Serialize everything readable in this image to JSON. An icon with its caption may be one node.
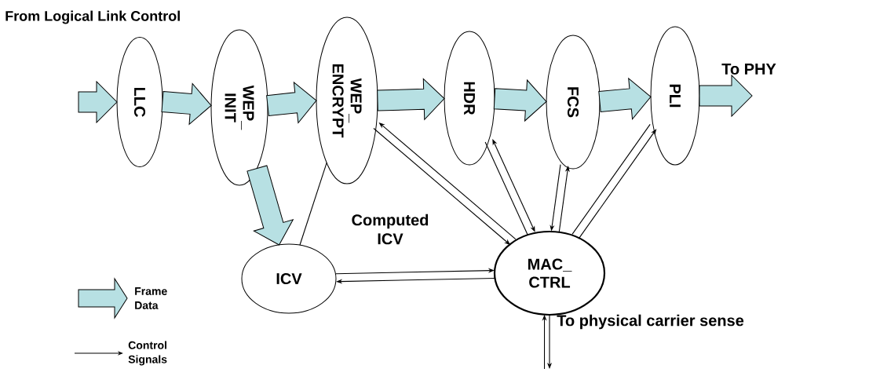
{
  "diagram": {
    "nodes": [
      {
        "text": [
          "LLC"
        ]
      },
      {
        "text": [
          "WEP_ INIT"
        ]
      },
      {
        "text": [
          "WEP_ ENCRYPT"
        ]
      },
      {
        "text": [
          "HDR"
        ]
      },
      {
        "text": [
          "FCS"
        ]
      },
      {
        "text": [
          "PLI"
        ]
      },
      {
        "text": [
          "ICV"
        ]
      },
      {
        "text": [
          "MAC_ CTRL"
        ]
      }
    ],
    "edges": [
      {
        "from": null,
        "to": 0,
        "arrow": "to",
        "style": "thick",
        "color": "#b7e0e3"
      },
      {
        "from": 0,
        "to": 1,
        "arrow": "to",
        "style": "thick",
        "color": "#b7e0e3"
      },
      {
        "from": 1,
        "to": 2,
        "arrow": "to",
        "style": "thick",
        "color": "#b7e0e3"
      },
      {
        "from": 2,
        "to": 3,
        "arrow": "to",
        "style": "thick",
        "color": "#b7e0e3"
      },
      {
        "from": 3,
        "to": 4,
        "arrow": "to",
        "style": "thick",
        "color": "#b7e0e3"
      },
      {
        "from": 4,
        "to": 5,
        "arrow": "to",
        "style": "thick",
        "color": "#b7e0e3"
      },
      {
        "from": 5,
        "to": null,
        "arrow": "to",
        "style": "thick",
        "color": "#b7e0e3"
      },
      {
        "from": 1,
        "to": 6,
        "arrow": "to",
        "style": "thick",
        "color": "#b7e0e3"
      },
      {
        "from": 6,
        "to": 2,
        "arrow": "none"
      },
      {
        "from": 7,
        "to": 2,
        "arrow": "to"
      },
      {
        "from": 2,
        "to": 7,
        "arrow": "to"
      },
      {
        "from": 6,
        "to": 7,
        "arrow": "to"
      },
      {
        "from": 7,
        "to": 6,
        "arrow": "to"
      },
      {
        "from": 3,
        "to": 7,
        "arrow": "both"
      },
      {
        "from": 3,
        "to": 7,
        "arrow": "none"
      },
      {
        "from": 7,
        "to": 4,
        "arrow": "to"
      },
      {
        "from": 4,
        "to": 7,
        "arrow": "to"
      },
      {
        "from": 7,
        "to": 5,
        "arrow": "to"
      },
      {
        "from": 7,
        "to": 5,
        "arrow": "none"
      },
      {
        "from": null,
        "to": 7,
        "arrow": "to"
      },
      {
        "from": 7,
        "to": null,
        "arrow": "to"
      }
    ],
    "labels": [
      "From Logical Link Control",
      "To PHY",
      "Computed ICV",
      "To physical carrier sense"
    ],
    "legend": [
      {
        "text": "Frame Data"
      },
      {
        "text": "Control Signals"
      }
    ]
  }
}
